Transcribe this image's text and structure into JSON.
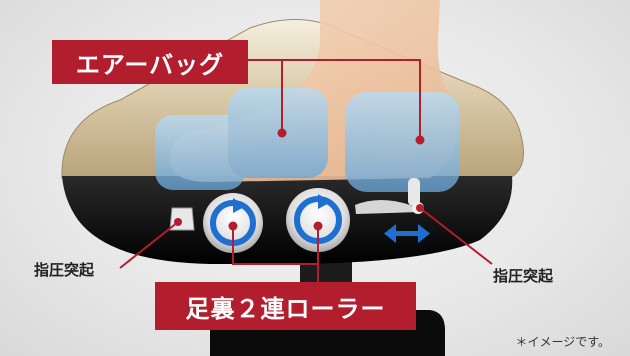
{
  "labels": {
    "airbag": "エアーバッグ",
    "roller": "足裏２連ローラー",
    "finger_left": "指圧突起",
    "finger_right": "指圧突起",
    "note": "＊イメージです。"
  },
  "colors": {
    "label_bg": "#b31e2e",
    "leader_line": "#b31e2e",
    "arrow_blue": "#1f6fd1",
    "shell_gold": "#d8c8a3",
    "base_black": "#151515",
    "airbag_blue": "#8fc4ef"
  },
  "icons": {
    "rotation": "rotate-arrow-icon",
    "sideways": "double-arrow-icon"
  }
}
